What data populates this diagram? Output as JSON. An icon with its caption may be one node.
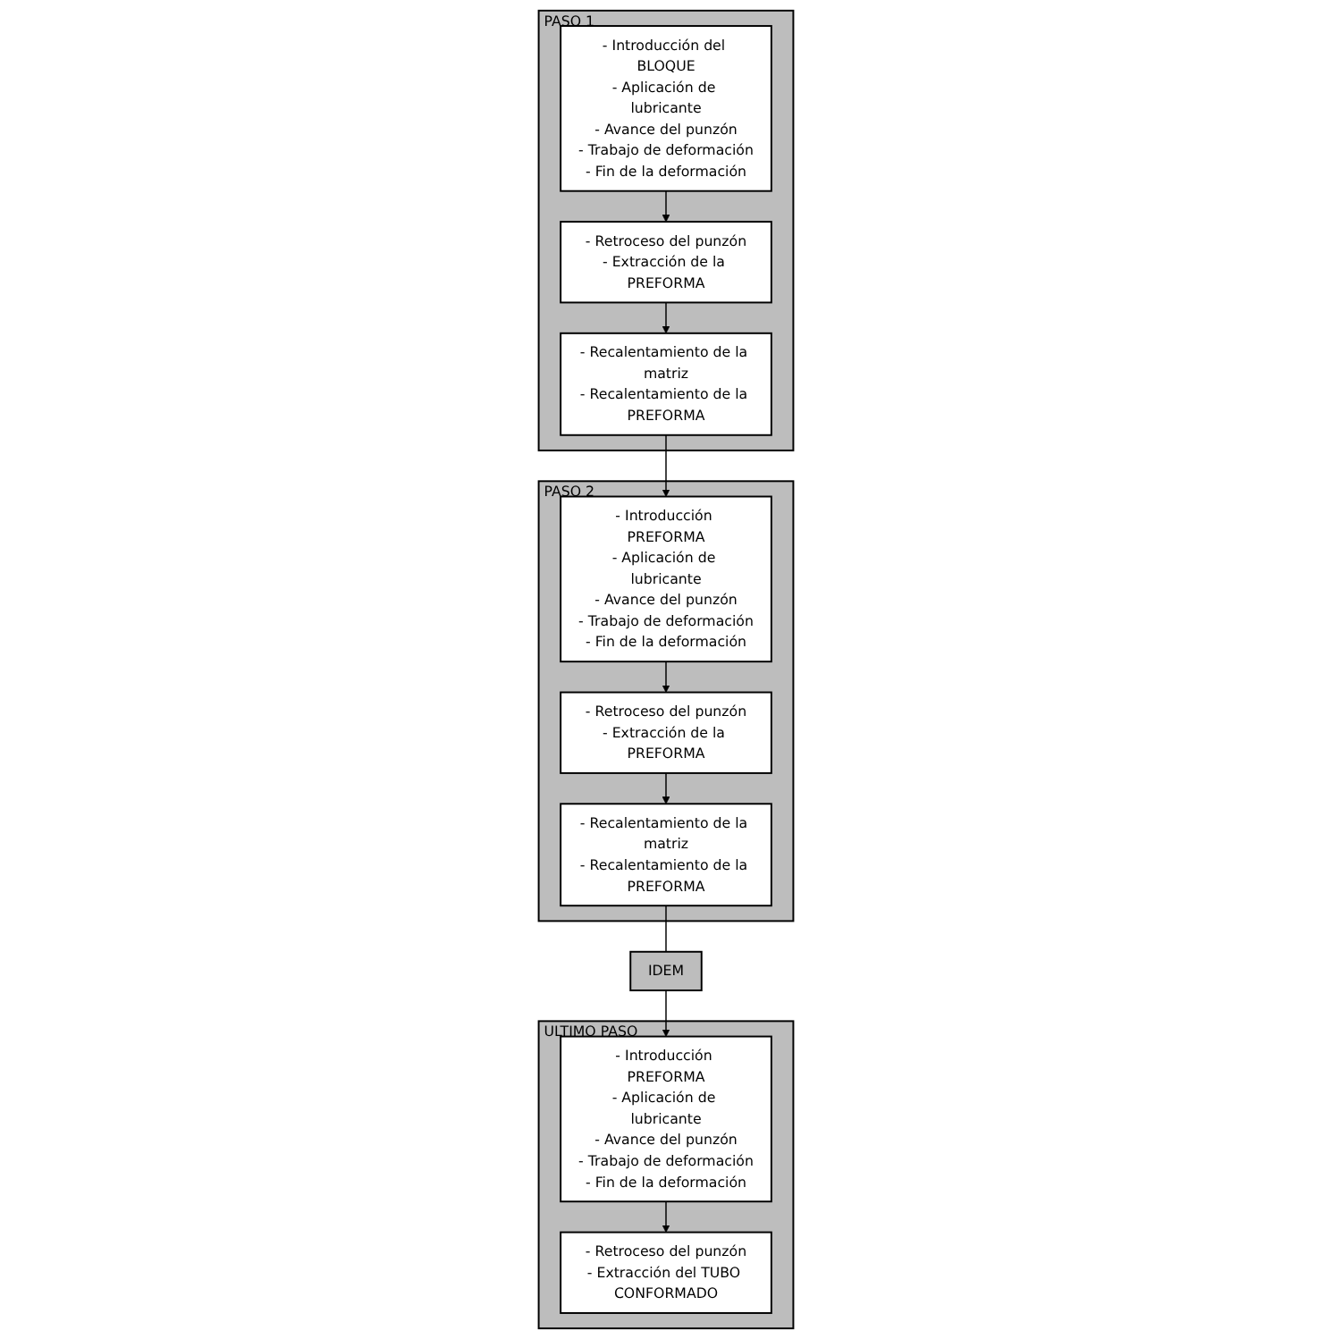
{
  "diagram": {
    "nodes": [
      {
        "text": [
          "PASO 1"
        ]
      },
      {
        "text": [
          "- Introducción del BLOQUE",
          "- Aplicación de lubricante",
          "- Avance del punzón",
          "- Trabajo de deformación",
          "- Fin de la deformación"
        ],
        "in": 0
      },
      {
        "text": [
          "- Retroceso del punzón",
          "- Extracción de la PREFORMA"
        ],
        "in": 0
      },
      {
        "text": [
          "- Recalentamiento de la matriz",
          "- Recalentamiento de la PREFORMA"
        ],
        "in": 0
      },
      {
        "text": [
          "PASO 2"
        ]
      },
      {
        "text": [
          "- Introducción PREFORMA",
          "- Aplicación de lubricante",
          "- Avance del punzón",
          "- Trabajo de deformación",
          "- Fin de la deformación"
        ],
        "in": 4
      },
      {
        "text": [
          "- Retroceso del punzón",
          "- Extracción de la PREFORMA"
        ],
        "in": 4
      },
      {
        "text": [
          "- Recalentamiento de la matriz",
          "- Recalentamiento de la PREFORMA"
        ],
        "in": 4
      },
      {
        "text": [
          "IDEM"
        ]
      },
      {
        "text": [
          "ULTIMO PASO"
        ]
      },
      {
        "text": [
          "- Introducción PREFORMA",
          "- Aplicación de lubricante",
          "- Avance del punzón",
          "- Trabajo de deformación",
          "- Fin de la deformación"
        ],
        "in": 9
      },
      {
        "text": [
          "- Retroceso del punzón",
          "- Extracción del TUBO CONFORMADO"
        ],
        "in": 9
      }
    ],
    "edges": [
      {
        "from": 1,
        "to": 2,
        "arrow": "to"
      },
      {
        "from": 2,
        "to": 3,
        "arrow": "to"
      },
      {
        "from": 3,
        "to": 5,
        "arrow": "to"
      },
      {
        "from": 5,
        "to": 6,
        "arrow": "to"
      },
      {
        "from": 6,
        "to": 7,
        "arrow": "to"
      },
      {
        "from": 7,
        "to": 8,
        "arrow": "none"
      },
      {
        "from": 8,
        "to": 10,
        "arrow": "to"
      },
      {
        "from": 10,
        "to": 11,
        "arrow": "to"
      }
    ]
  }
}
